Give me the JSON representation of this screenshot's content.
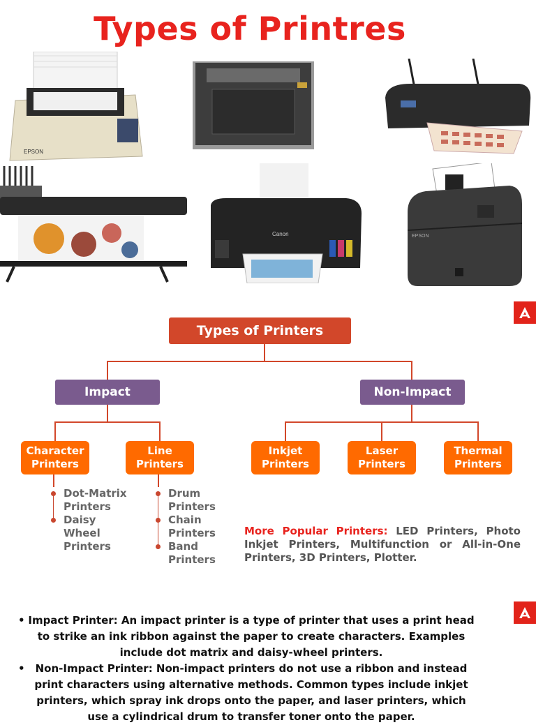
{
  "page_title": "Types of Printres",
  "photos": [
    {
      "name": "dot-matrix-printer-photo",
      "label": "EPSON"
    },
    {
      "name": "grey-printer-photo",
      "label": ""
    },
    {
      "name": "inkjet-printer-photo",
      "label": ""
    },
    {
      "name": "wide-format-printer-photo",
      "label": ""
    },
    {
      "name": "ink-tank-printer-photo",
      "label": "Canon"
    },
    {
      "name": "thermal-printer-photo",
      "label": "EPSON"
    }
  ],
  "brand_logo_icon": "brand-logo-icon",
  "diagram": {
    "root": "Types of Printers",
    "impact": {
      "label": "Impact",
      "children": [
        {
          "label": "Character Printers",
          "items": [
            "Dot-Matrix Printers",
            "Daisy Wheel Printers"
          ]
        },
        {
          "label": "Line Printers",
          "items": [
            "Drum Printers",
            "Chain Printers",
            "Band Printers"
          ]
        }
      ]
    },
    "non_impact": {
      "label": "Non-Impact",
      "children": [
        {
          "label": "Inkjet Printers"
        },
        {
          "label": "Laser Printers"
        },
        {
          "label": "Thermal Printers"
        }
      ]
    },
    "more_popular_lead": "More Popular Printers:",
    "more_popular_text": " LED Printers, Photo Inkjet Printers, Multifunction or All-in-One Printers, 3D Printers, Plotter."
  },
  "notes": [
    "Impact Printer: An impact printer is a type of printer that uses a print head to strike an ink ribbon against the paper to create characters. Examples include dot matrix and daisy-wheel printers.",
    "Non-Impact Printer: Non-impact printers do not use a ribbon and instead print characters using alternative methods. Common types include inkjet printers, which spray ink drops onto the paper, and laser printers, which use a cylindrical drum to transfer toner onto the paper."
  ],
  "colors": {
    "title_red": "#e8231e",
    "root_box": "#d2472a",
    "category_box": "#7a5b8e",
    "leaf_box": "#ff6a00",
    "connector": "#d2472a"
  }
}
